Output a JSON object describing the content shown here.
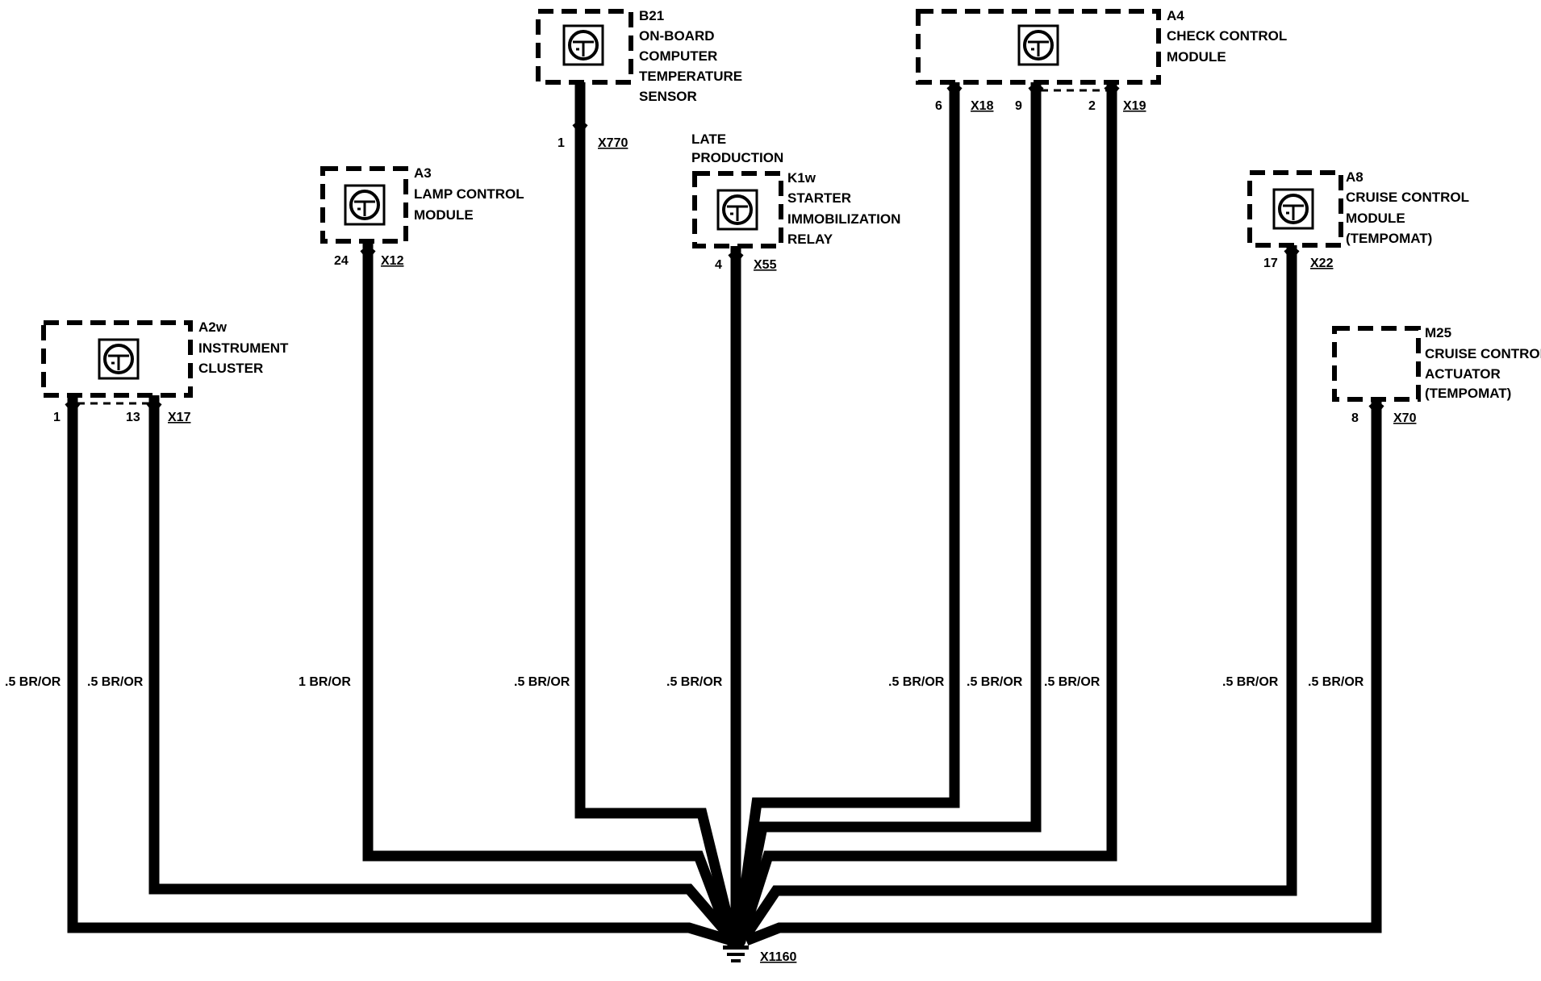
{
  "components": {
    "a2w": {
      "ref": "A2w",
      "name1": "INSTRUMENT",
      "name2": "CLUSTER",
      "connector": "X17",
      "pin1": "1",
      "pin2": "13"
    },
    "a3": {
      "ref": "A3",
      "name1": "LAMP CONTROL",
      "name2": "MODULE",
      "connector": "X12",
      "pin": "24"
    },
    "b21": {
      "ref": "B21",
      "name1": "ON-BOARD",
      "name2": "COMPUTER",
      "name3": "TEMPERATURE",
      "name4": "SENSOR",
      "connector": "X770",
      "pin": "1"
    },
    "k1w": {
      "note1": "LATE",
      "note2": "PRODUCTION",
      "ref": "K1w",
      "name1": "STARTER",
      "name2": "IMMOBILIZATION",
      "name3": "RELAY",
      "connector": "X55",
      "pin": "4"
    },
    "a4": {
      "ref": "A4",
      "name1": "CHECK CONTROL",
      "name2": "MODULE",
      "connector1": "X18",
      "pin1": "6",
      "pin2": "9",
      "connector2": "X19",
      "pin3": "2"
    },
    "a8": {
      "ref": "A8",
      "name1": "CRUISE CONTROL",
      "name2": "MODULE",
      "name3": "(TEMPOMAT)",
      "connector": "X22",
      "pin": "17"
    },
    "m25": {
      "ref": "M25",
      "name1": "CRUISE CONTROL",
      "name2": "ACTUATOR",
      "name3": "(TEMPOMAT)",
      "connector": "X70",
      "pin": "8"
    }
  },
  "wires": [
    {
      "id": "a2w-1",
      "label": ".5 BR/OR"
    },
    {
      "id": "a2w-13",
      "label": ".5 BR/OR"
    },
    {
      "id": "a3-24",
      "label": "1 BR/OR"
    },
    {
      "id": "b21-1",
      "label": ".5 BR/OR"
    },
    {
      "id": "k1w-4",
      "label": ".5 BR/OR"
    },
    {
      "id": "a4-6",
      "label": ".5 BR/OR"
    },
    {
      "id": "a4-9",
      "label": ".5 BR/OR"
    },
    {
      "id": "a4-2",
      "label": ".5 BR/OR"
    },
    {
      "id": "a8-17",
      "label": ".5 BR/OR"
    },
    {
      "id": "m25-8",
      "label": ".5 BR/OR"
    }
  ],
  "ground": {
    "connector": "X1160"
  }
}
